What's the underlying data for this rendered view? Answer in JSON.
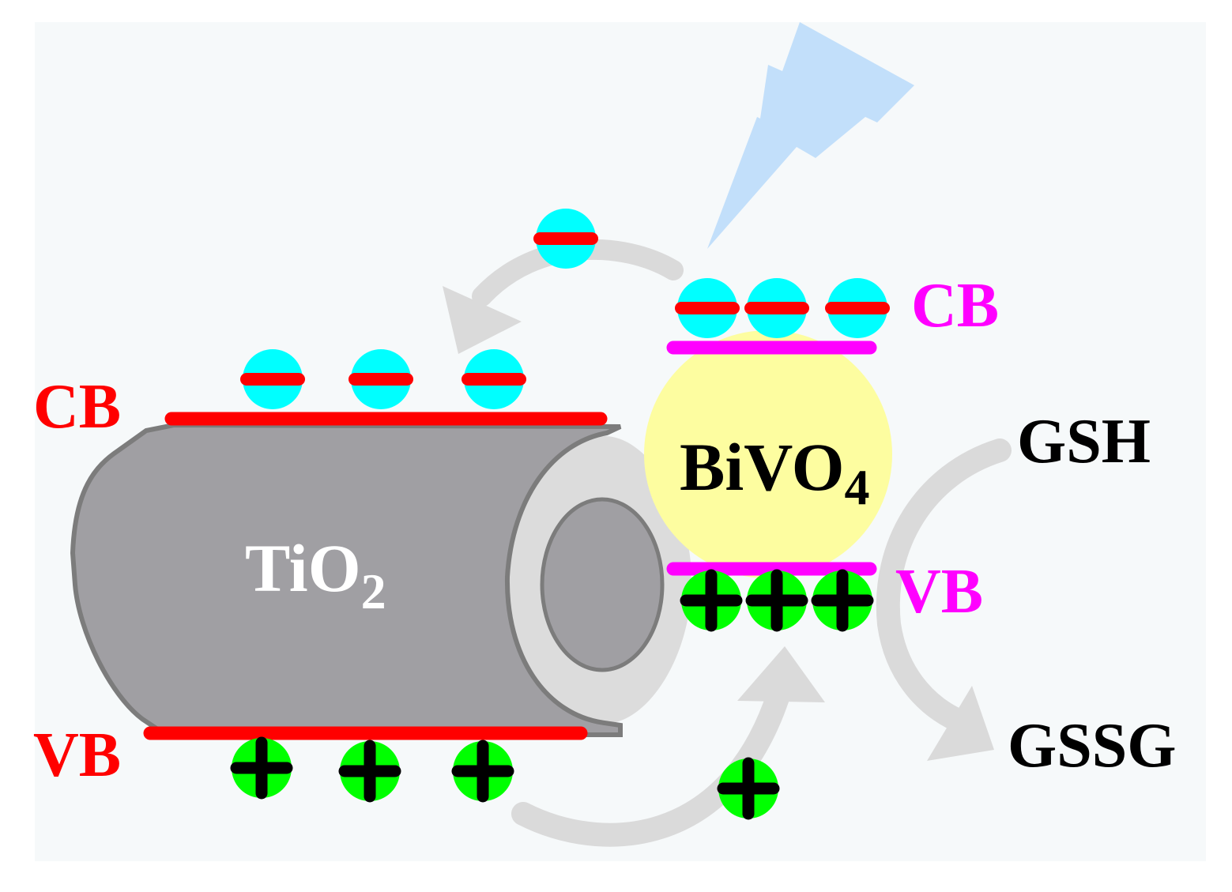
{
  "colors": {
    "background": "#f6f9fa",
    "tio2_body": "#a09fa3",
    "tio2_outline": "#7c7c7c",
    "tube_inner": "#dcdcdc",
    "bivo4_sphere": "#fdfda0",
    "tio2_band": "#ff0000",
    "bivo4_band": "#ff00ff",
    "electron": "#00ffff",
    "hole": "#00ff00",
    "hole_sign": "#000000",
    "arrow": "#dadada",
    "light": "#c2dffa",
    "tio2_text": "#ffffff",
    "product_text": "#000000"
  },
  "icons": {
    "light": "lightning-bolt-icon",
    "electron": "electron-minus-icon",
    "hole": "hole-plus-icon"
  },
  "tio2": {
    "name_main": "TiO",
    "name_sub": "2",
    "cb_label": "CB",
    "vb_label": "VB"
  },
  "bivo4": {
    "name_main": "BiVO",
    "name_sub": "4",
    "cb_label": "CB",
    "vb_label": "VB"
  },
  "reaction": {
    "reactant": "GSH",
    "product": "GSSG"
  }
}
